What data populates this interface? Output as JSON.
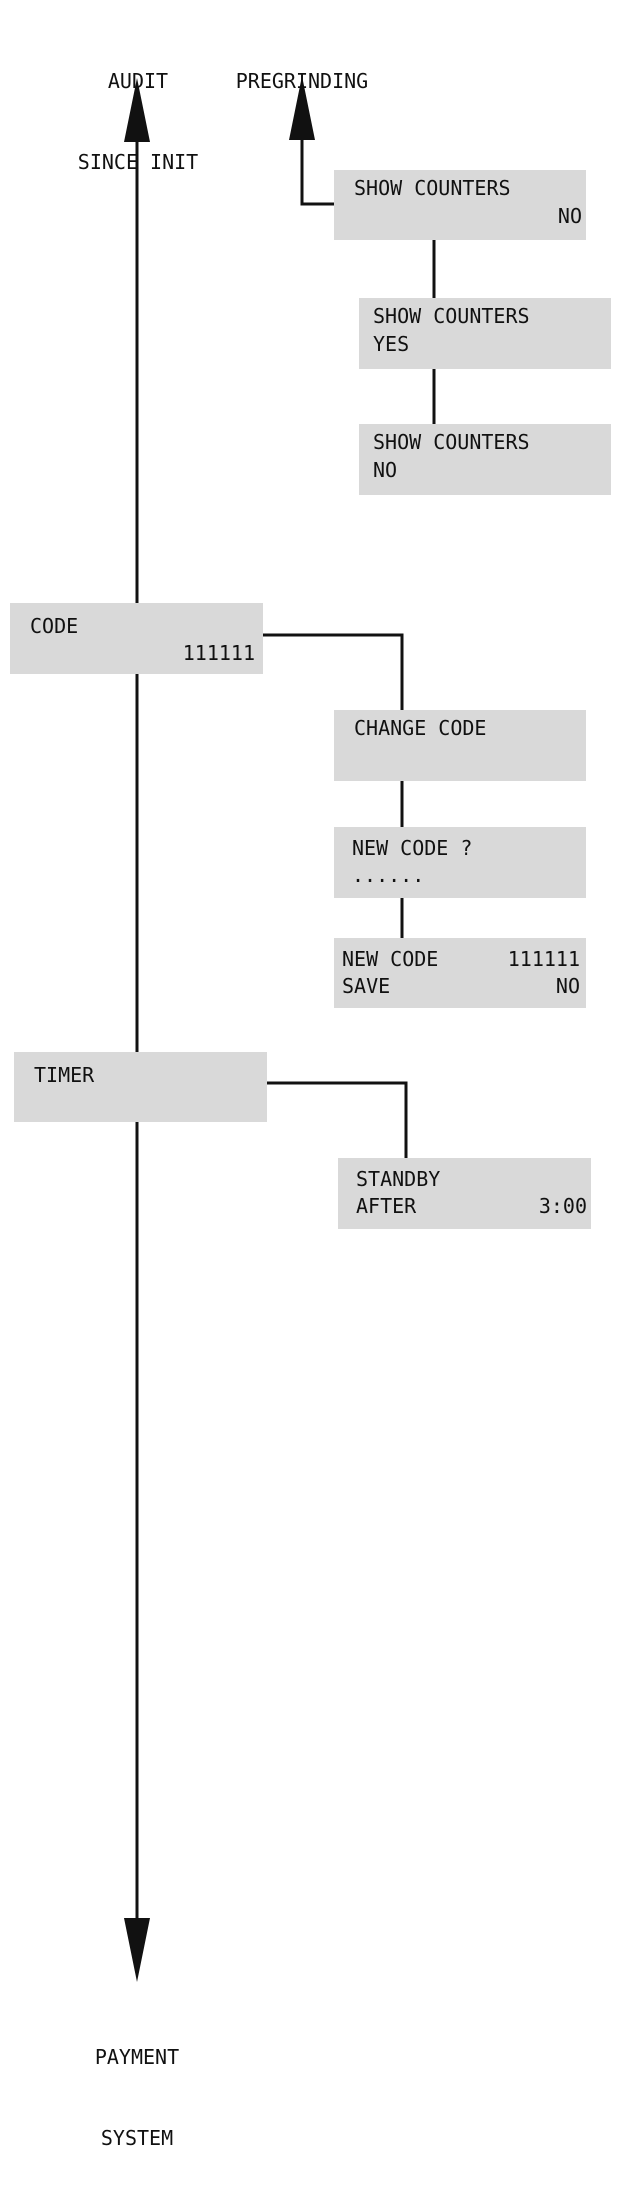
{
  "labels": {
    "audit_since_init": [
      "AUDIT",
      "SINCE INIT"
    ],
    "pregrinding": "PREGRINDING",
    "payment_system": [
      "PAYMENT",
      "SYSTEM"
    ]
  },
  "boxes": {
    "show_counters_top": {
      "line1": "SHOW COUNTERS",
      "value": "NO"
    },
    "show_counters_yes": {
      "line1": "SHOW COUNTERS",
      "line2": "YES"
    },
    "show_counters_no": {
      "line1": "SHOW COUNTERS",
      "line2": "NO"
    },
    "code": {
      "line1": "CODE",
      "value": "111111"
    },
    "change_code": {
      "line1": "CHANGE CODE"
    },
    "new_code_prompt": {
      "line1": "NEW CODE ?",
      "line2": "......"
    },
    "new_code_save": {
      "row1_label": "NEW CODE",
      "row1_value": "111111",
      "row2_label": "SAVE",
      "row2_value": "NO"
    },
    "timer": {
      "line1": "TIMER"
    },
    "standby_after": {
      "line1": "STANDBY",
      "row2_label": "AFTER",
      "row2_value": "3:00"
    }
  },
  "colors": {
    "box_fill": "#d9d9d9",
    "line": "#111111"
  }
}
